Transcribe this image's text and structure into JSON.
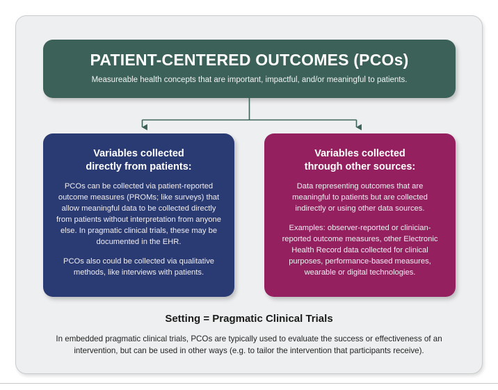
{
  "figure": {
    "name": "patient-centered-outcomes-diagram",
    "colors": {
      "panel_background": "#eeeff0",
      "panel_border": "#c9cbcc",
      "header_green": "#3b6158",
      "left_blue": "#2a3a72",
      "right_magenta": "#94205f",
      "connector_line": "#3b6158",
      "footer_text": "#1b1b1b"
    }
  },
  "header": {
    "title": "PATIENT-CENTERED OUTCOMES (PCOs)",
    "subtitle": "Measureable health concepts that are important, impactful, and/or meaningful to patients."
  },
  "branches": [
    {
      "id": "left",
      "title_line1": "Variables collected",
      "title_line2": "directly from patients:",
      "paragraphs": [
        "PCOs can be collected via patient-reported outcome measures (PROMs; like surveys) that allow meaningful data to be collected directly from patients without interpretation from anyone else. In pragmatic clinical trials, these may be documented in the EHR.",
        "PCOs also could be collected via qualitative methods, like interviews with patients."
      ]
    },
    {
      "id": "right",
      "title_line1": "Variables collected",
      "title_line2": "through other sources:",
      "paragraphs": [
        "Data representing outcomes that are meaningful to patients but are collected indirectly or using other data sources.",
        "Examples: observer-reported or clinician-reported outcome measures, other Electronic Health Record data collected for clinical purposes, performance-based measures, wearable or digital technologies."
      ]
    }
  ],
  "footer": {
    "title": "Setting = Pragmatic Clinical Trials",
    "body": "In embedded pragmatic clinical trials, PCOs are typically used to evaluate the success or effectiveness of an intervention, but can be used in other ways (e.g. to tailor the intervention that participants receive)."
  }
}
